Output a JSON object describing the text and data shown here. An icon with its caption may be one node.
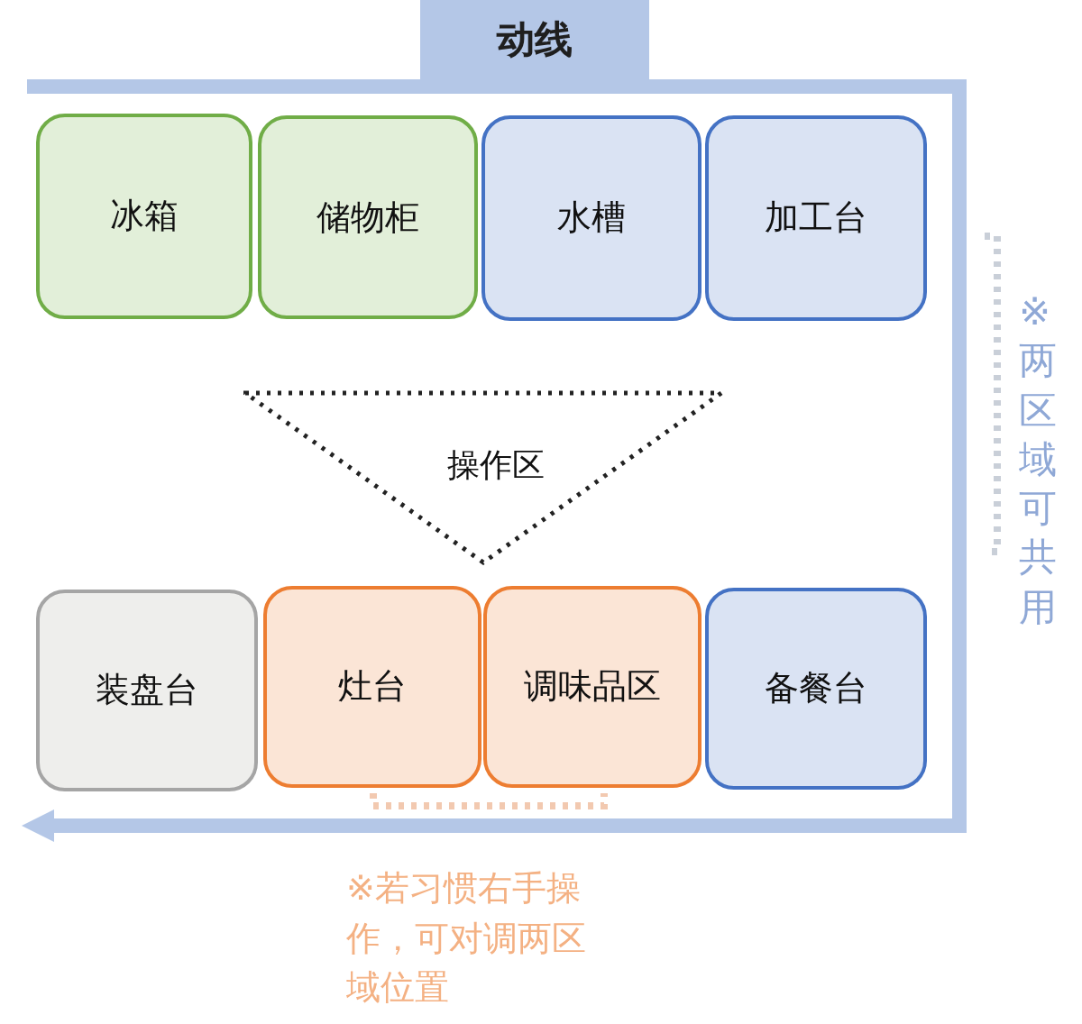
{
  "diagram": {
    "title": "动线",
    "nodes": [
      {
        "text": [
          "冰箱"
        ]
      },
      {
        "text": [
          "储物柜"
        ]
      },
      {
        "text": [
          "水槽"
        ]
      },
      {
        "text": [
          "加工台"
        ]
      },
      {
        "text": [
          "操作区"
        ]
      },
      {
        "text": [
          "装盘台"
        ]
      },
      {
        "text": [
          "灶台"
        ]
      },
      {
        "text": [
          "调味品区"
        ]
      },
      {
        "text": [
          "备餐台"
        ]
      }
    ],
    "labels": [
      "※两区域可共用",
      "※若习惯右手操作，可对调两区域位置"
    ]
  }
}
